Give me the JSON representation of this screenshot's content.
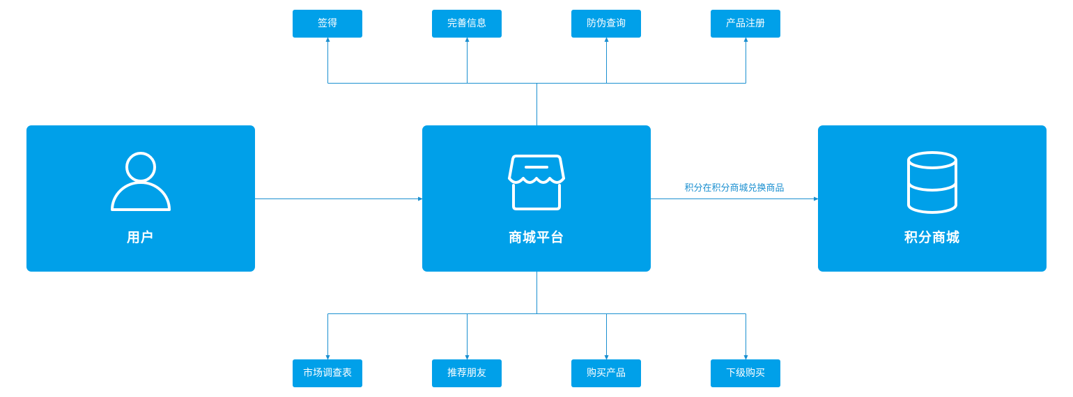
{
  "colors": {
    "box_fill": "#00a0e9",
    "line": "#1a8fd0",
    "text_on_box": "#ffffff"
  },
  "nodes": {
    "user": {
      "label": "用户",
      "icon": "user-icon"
    },
    "platform": {
      "label": "商城平台",
      "icon": "store-icon"
    },
    "points_mall": {
      "label": "积分商城",
      "icon": "database-icon"
    }
  },
  "top_features": [
    {
      "label": "签得"
    },
    {
      "label": "完善信息"
    },
    {
      "label": "防伪查询"
    },
    {
      "label": "产品注册"
    }
  ],
  "bottom_features": [
    {
      "label": "市场调查表"
    },
    {
      "label": "推荐朋友"
    },
    {
      "label": "购买产品"
    },
    {
      "label": "下级购买"
    }
  ],
  "edges": {
    "platform_to_points_mall": "积分在积分商城兑换商品"
  }
}
